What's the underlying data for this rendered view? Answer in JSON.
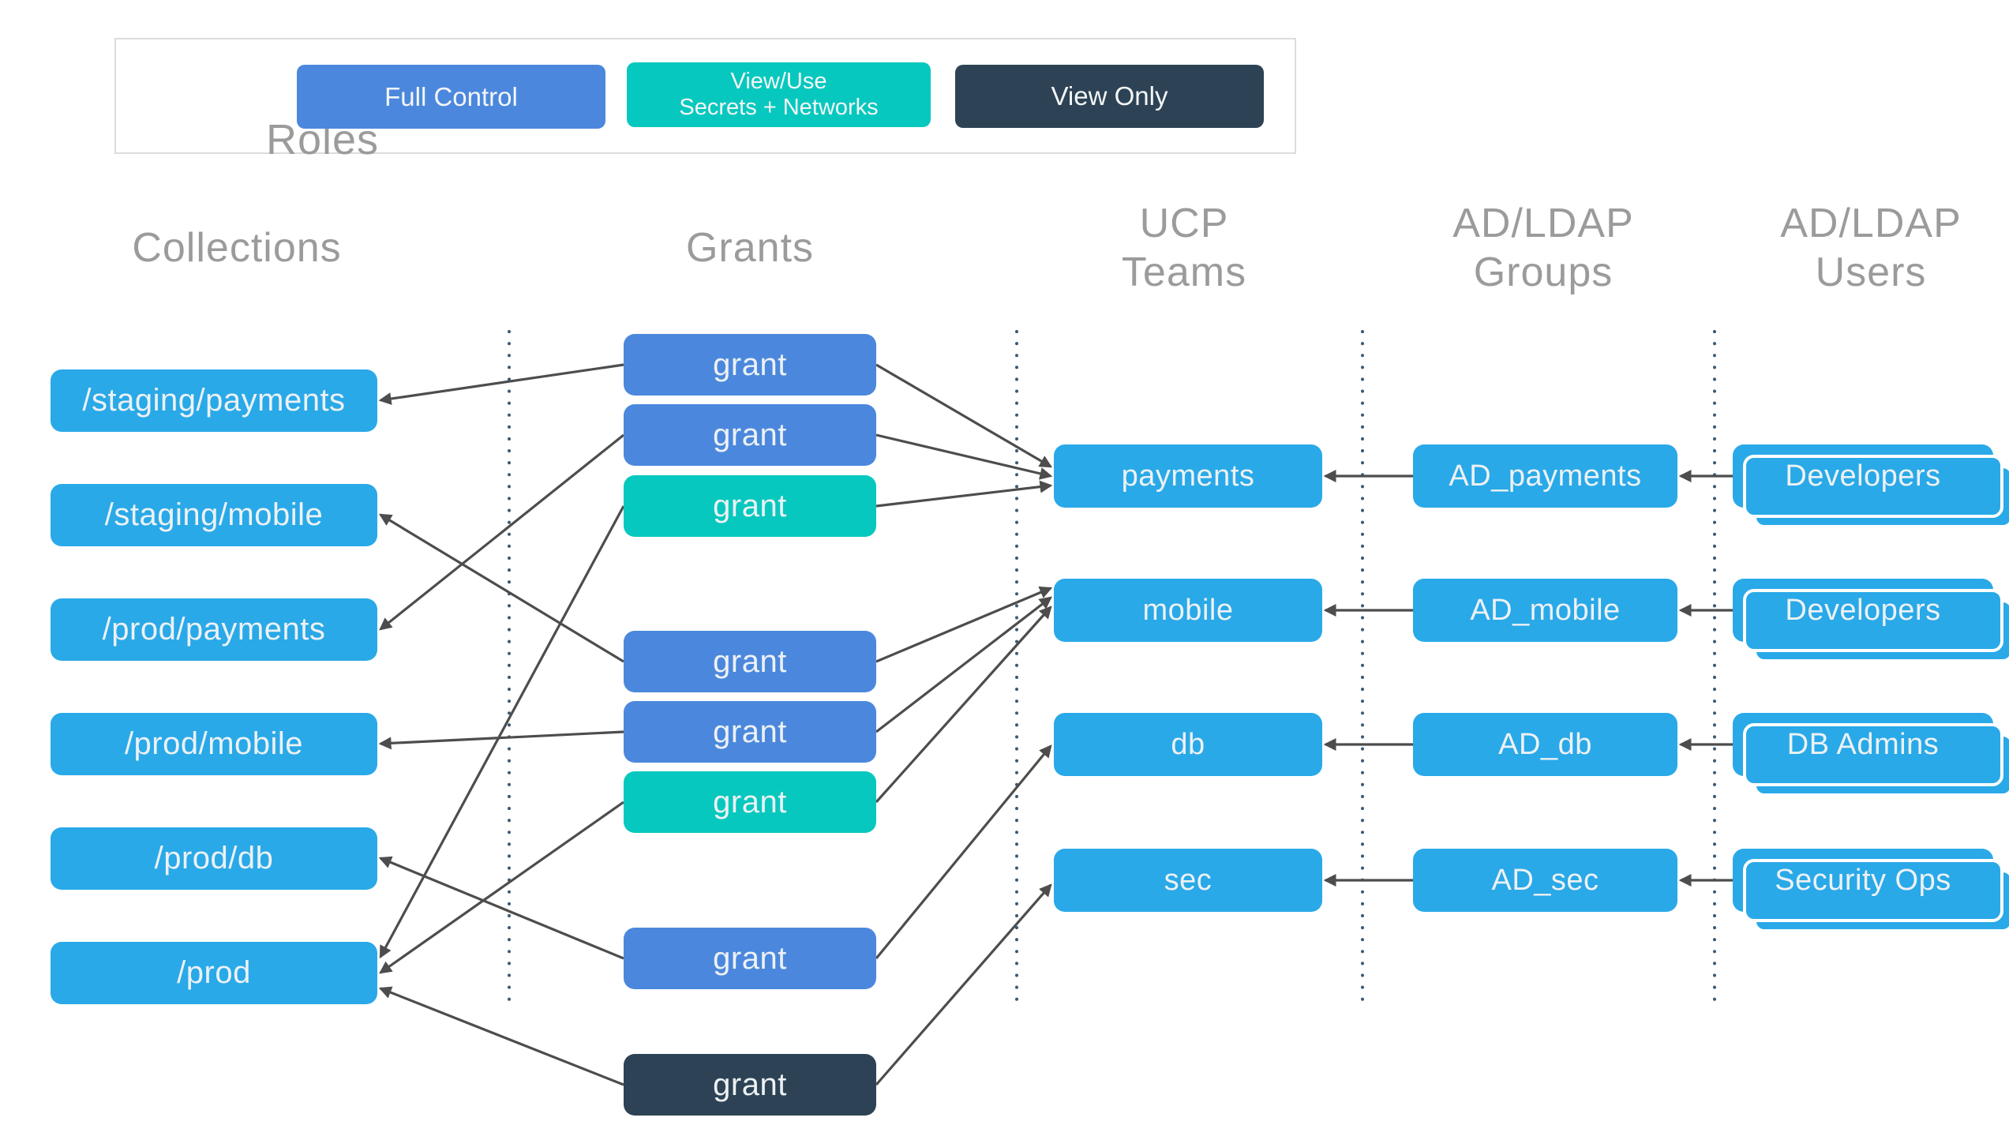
{
  "legend": {
    "title": "Roles",
    "items": [
      {
        "id": "full",
        "label": "Full Control",
        "color": "#4b88dd"
      },
      {
        "id": "view_use",
        "label_line1": "View/Use",
        "label_line2": "Secrets + Networks",
        "color": "#07c8be"
      },
      {
        "id": "view_only",
        "label": "View Only",
        "color": "#2d4355"
      }
    ]
  },
  "headers": {
    "collections": {
      "label": "Collections"
    },
    "grants": {
      "label": "Grants"
    },
    "teams": {
      "line1": "UCP",
      "line2": "Teams"
    },
    "groups": {
      "line1": "AD/LDAP",
      "line2": "Groups"
    },
    "users": {
      "line1": "AD/LDAP",
      "line2": "Users"
    }
  },
  "collections": {
    "items": [
      {
        "label": "/staging/payments"
      },
      {
        "label": "/staging/mobile"
      },
      {
        "label": "/prod/payments"
      },
      {
        "label": "/prod/mobile"
      },
      {
        "label": "/prod/db"
      },
      {
        "label": "/prod"
      }
    ]
  },
  "grants": {
    "items": [
      {
        "label": "grant",
        "role": "full"
      },
      {
        "label": "grant",
        "role": "full"
      },
      {
        "label": "grant",
        "role": "view_use"
      },
      {
        "label": "grant",
        "role": "full"
      },
      {
        "label": "grant",
        "role": "full"
      },
      {
        "label": "grant",
        "role": "view_use"
      },
      {
        "label": "grant",
        "role": "full"
      },
      {
        "label": "grant",
        "role": "view_only"
      }
    ]
  },
  "teams": {
    "items": [
      {
        "label": "payments"
      },
      {
        "label": "mobile"
      },
      {
        "label": "db"
      },
      {
        "label": "sec"
      }
    ]
  },
  "groups": {
    "items": [
      {
        "label": "AD_payments"
      },
      {
        "label": "AD_mobile"
      },
      {
        "label": "AD_db"
      },
      {
        "label": "AD_sec"
      }
    ]
  },
  "users": {
    "items": [
      {
        "label": "Developers"
      },
      {
        "label": "Developers"
      },
      {
        "label": "DB Admins"
      },
      {
        "label": "Security Ops"
      }
    ]
  },
  "edges": {
    "grant_to_collection": [
      [
        0,
        0
      ],
      [
        1,
        2
      ],
      [
        2,
        5
      ],
      [
        3,
        1
      ],
      [
        4,
        3
      ],
      [
        5,
        5
      ],
      [
        6,
        4
      ],
      [
        7,
        5
      ]
    ],
    "grant_to_team": [
      [
        0,
        0
      ],
      [
        1,
        0
      ],
      [
        2,
        0
      ],
      [
        3,
        1
      ],
      [
        4,
        1
      ],
      [
        5,
        1
      ],
      [
        6,
        2
      ],
      [
        7,
        3
      ]
    ],
    "group_to_team": [
      [
        0,
        0
      ],
      [
        1,
        1
      ],
      [
        2,
        2
      ],
      [
        3,
        3
      ]
    ],
    "user_to_group": [
      [
        0,
        0
      ],
      [
        1,
        1
      ],
      [
        2,
        2
      ],
      [
        3,
        3
      ]
    ]
  },
  "colors": {
    "node_blue": "#29a9e8",
    "role_full": "#4b88dd",
    "role_view_use": "#07c8be",
    "role_view_only": "#2d4355",
    "arrow": "#4d4d4d",
    "separator": "#3c5a73",
    "header_text": "#9b9b9b"
  }
}
